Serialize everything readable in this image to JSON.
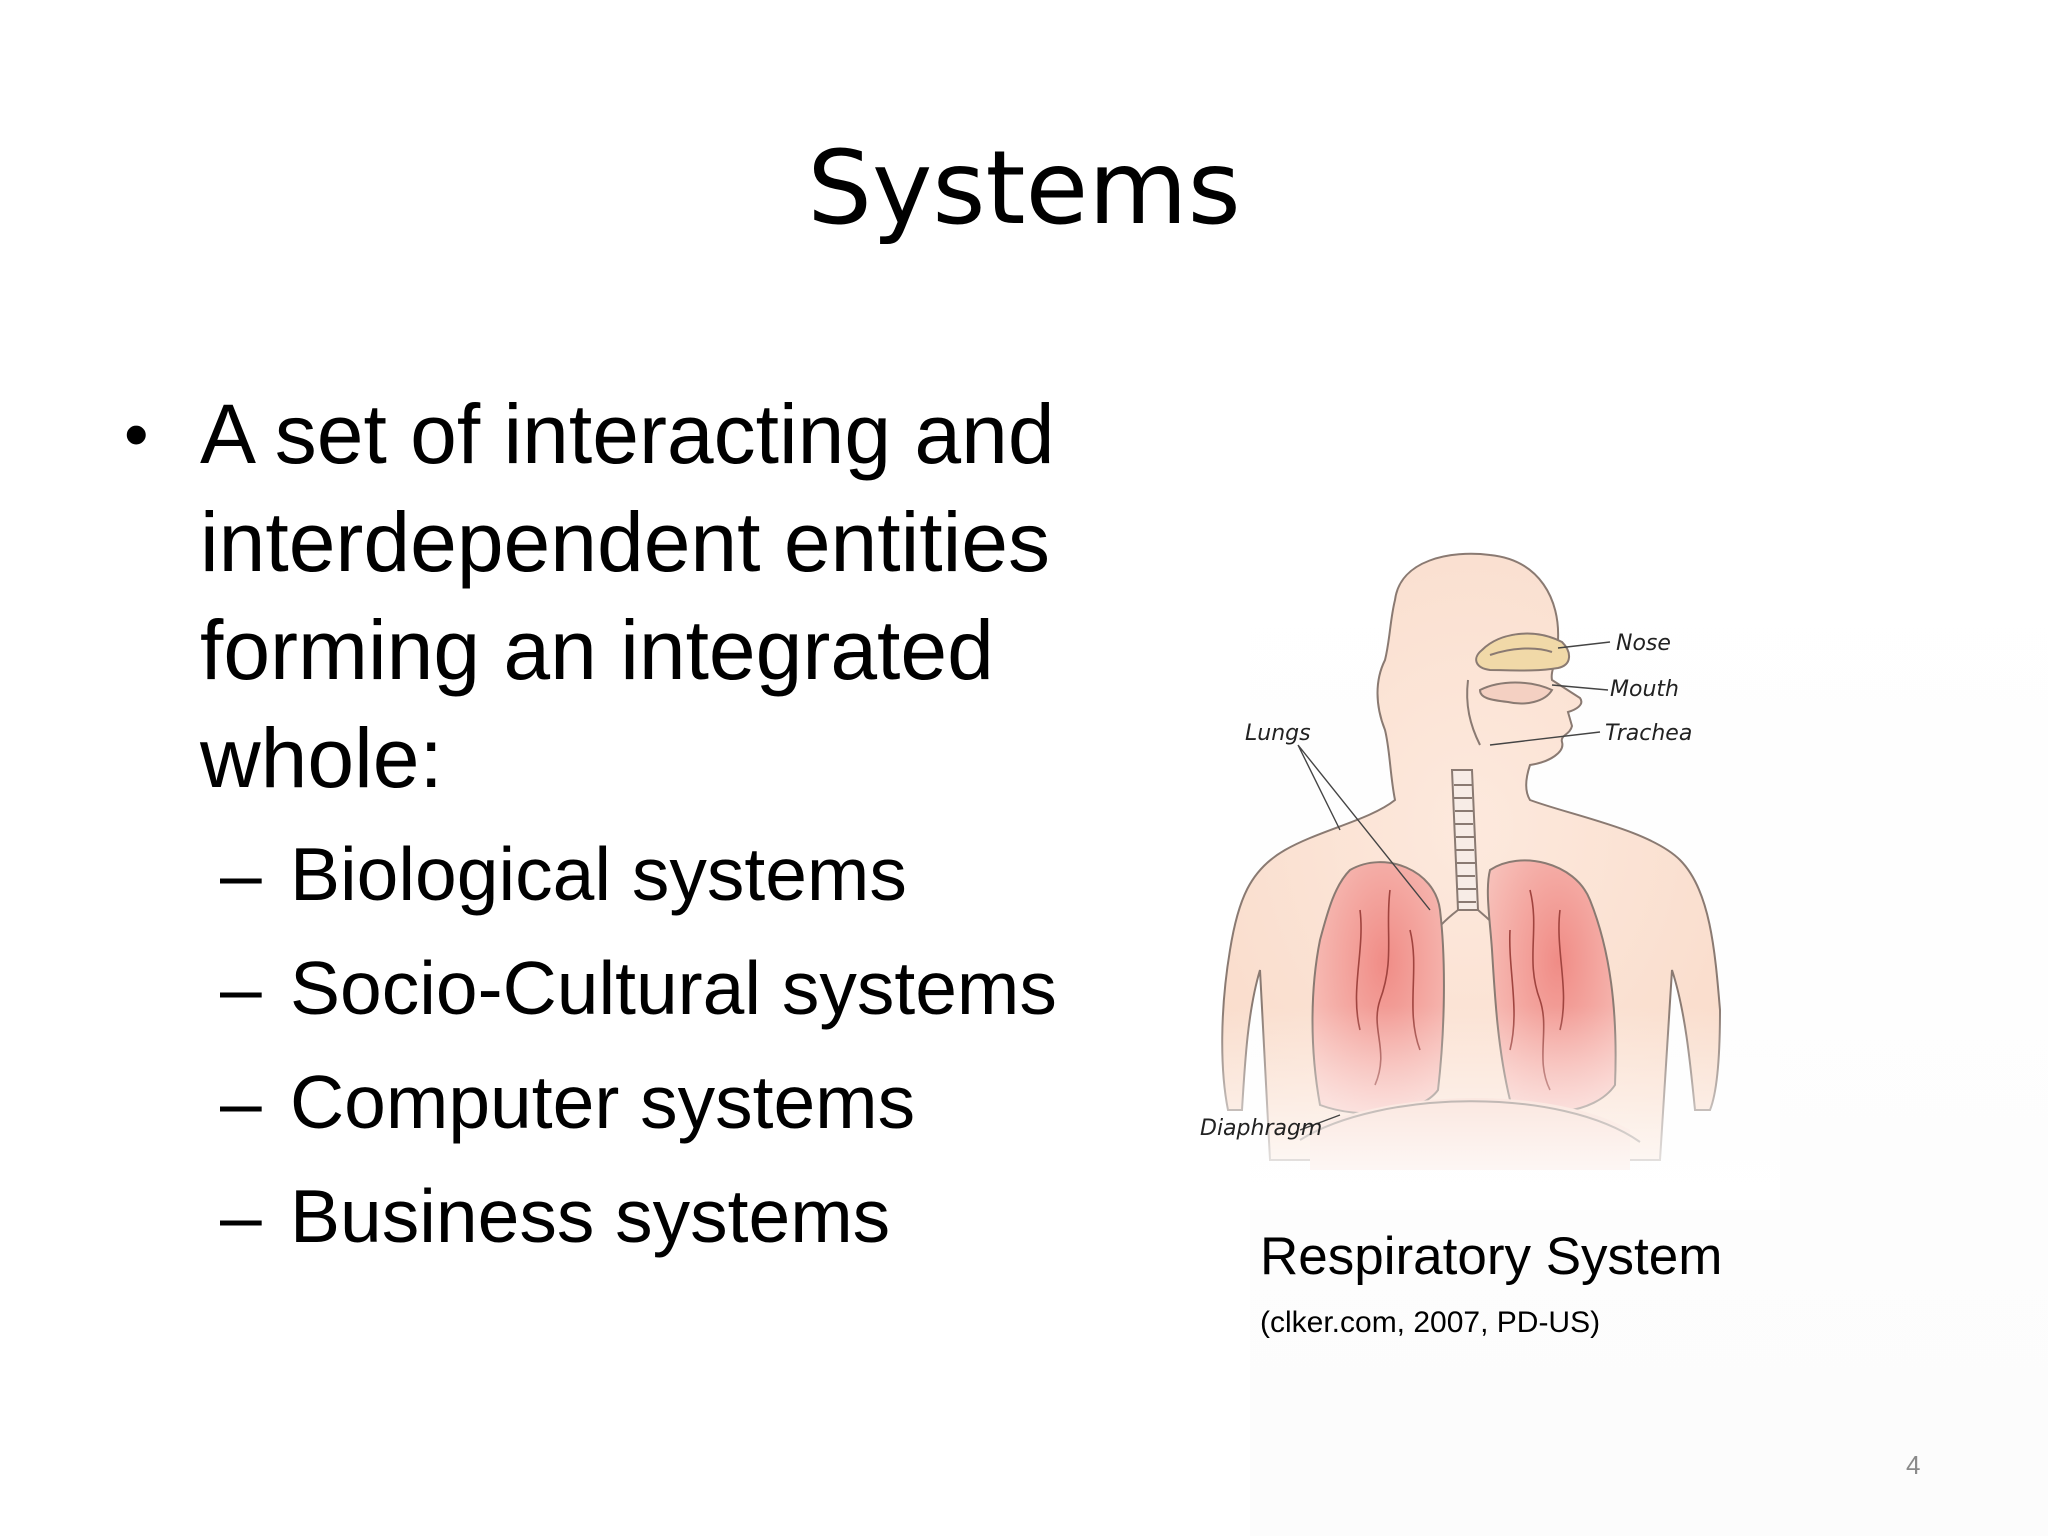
{
  "slide": {
    "title": "Systems",
    "bullet": {
      "symbol": "•",
      "text": "A set of interacting and interdependent entities forming an integrated whole:"
    },
    "sub_bullets": [
      {
        "dash": "–",
        "text": "Biological systems"
      },
      {
        "dash": "–",
        "text": "Socio-Cultural systems"
      },
      {
        "dash": "–",
        "text": "Computer systems"
      },
      {
        "dash": "–",
        "text": "Business systems"
      }
    ],
    "figure": {
      "labels": {
        "nose": "Nose",
        "mouth": "Mouth",
        "trachea": "Trachea",
        "lungs": "Lungs",
        "diaphragm": "Diaphragm"
      },
      "caption": "Respiratory System",
      "credit": "(clker.com, 2007, PD-US)"
    },
    "page_number": "4"
  },
  "colors": {
    "skin": "#fbe4d6",
    "outline": "#8a7a72",
    "lung": "#f3a6a0",
    "nasal": "#f1d9a8"
  }
}
